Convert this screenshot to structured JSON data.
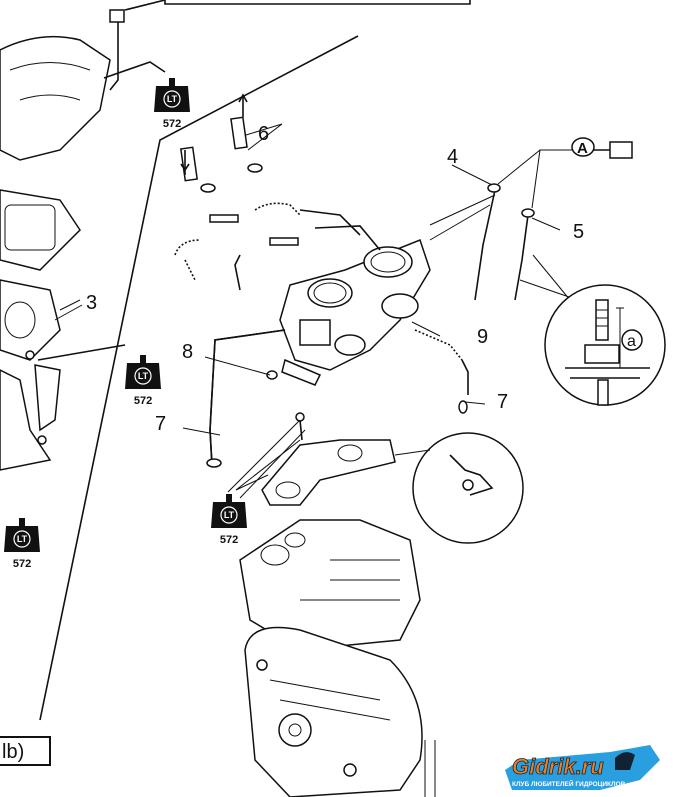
{
  "diagram": {
    "callouts": {
      "c6": "6",
      "c4": "4",
      "c5": "5",
      "c3": "3",
      "c8": "8",
      "c9": "9",
      "c7a": "7",
      "c7b": "7",
      "detail_a": "a",
      "ref_A": "A"
    },
    "loctite_badges": [
      {
        "label": "LT",
        "number": "572"
      },
      {
        "label": "LT",
        "number": "572"
      },
      {
        "label": "LT",
        "number": "572"
      },
      {
        "label": "LT",
        "number": "572"
      }
    ],
    "caption_box": "lb)"
  },
  "watermark": {
    "brand": "Gidrik.ru",
    "tagline": "КЛУБ ЛЮБИТЕЛЕЙ ГИДРОЦИКЛОВ",
    "colors": {
      "orange": "#f07f1e",
      "blue": "#2a9fe0"
    }
  }
}
